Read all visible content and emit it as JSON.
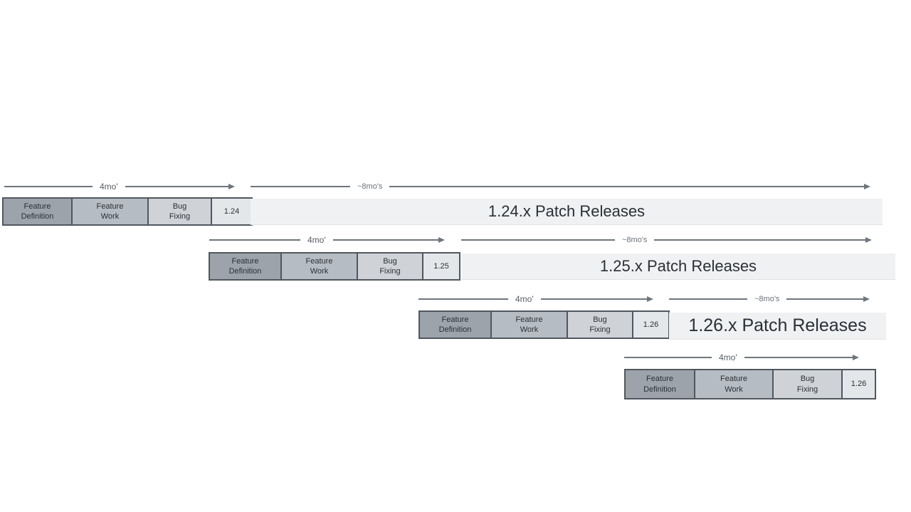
{
  "colors": {
    "background": "#ffffff",
    "phase_feature_definition": "#9ca3ab",
    "phase_feature_work": "#b6bcc3",
    "phase_bug_fixing": "#cfd3d8",
    "version_box": "#e4e7ea",
    "patch_bar": "#eff1f3",
    "box_border": "#51575e",
    "arrow": "#6e757d",
    "text": "#2b3036"
  },
  "rows": [
    {
      "dev_arrow_label": "4mo'",
      "patch_arrow_label": "~8mo's",
      "phases": [
        "Feature\nDefinition",
        "Feature\nWork",
        "Bug\nFixing"
      ],
      "version": "1.24",
      "patch_label": "1.24.x Patch Releases"
    },
    {
      "dev_arrow_label": "4mo'",
      "patch_arrow_label": "~8mo's",
      "phases": [
        "Feature\nDefinition",
        "Feature\nWork",
        "Bug\nFixing"
      ],
      "version": "1.25",
      "patch_label": "1.25.x Patch Releases"
    },
    {
      "dev_arrow_label": "4mo'",
      "patch_arrow_label": "~8mo's",
      "phases": [
        "Feature\nDefinition",
        "Feature\nWork",
        "Bug\nFixing"
      ],
      "version": "1.26",
      "patch_label": "1.26.x Patch Releases"
    },
    {
      "dev_arrow_label": "4mo'",
      "phases": [
        "Feature\nDefinition",
        "Feature\nWork",
        "Bug\nFixing"
      ],
      "version": "1.26"
    }
  ]
}
